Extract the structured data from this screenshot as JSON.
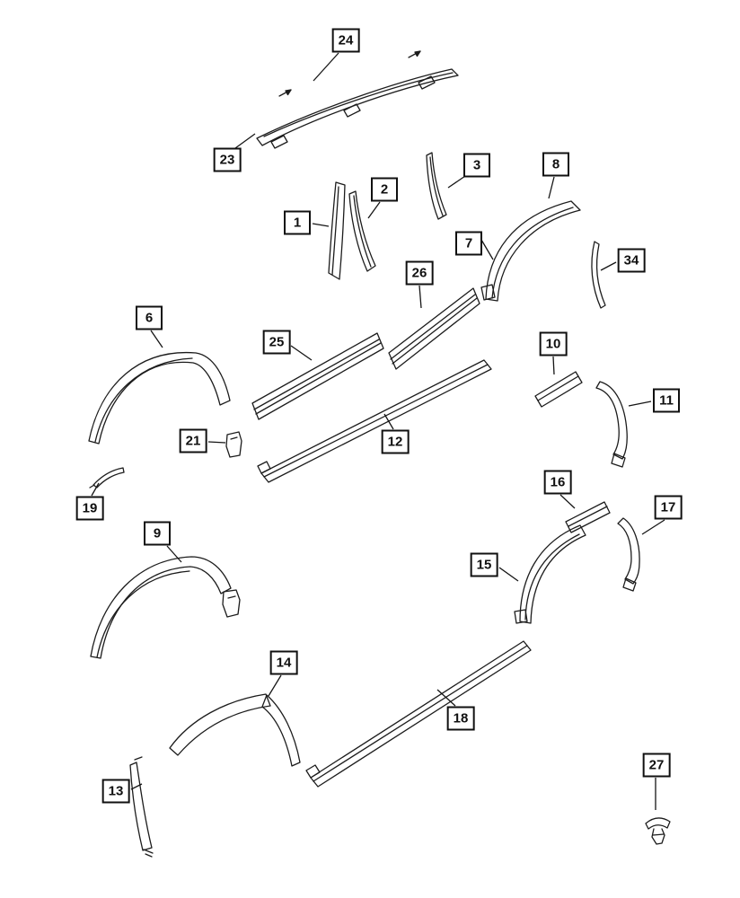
{
  "diagram": {
    "kind": "exploded-parts-line-diagram",
    "background_color": "#ffffff",
    "line_color": "#1c1c1c",
    "callout_border_color": "#101010"
  },
  "callouts": {
    "c1": {
      "label": "1"
    },
    "c2": {
      "label": "2"
    },
    "c3": {
      "label": "3"
    },
    "c6": {
      "label": "6"
    },
    "c7": {
      "label": "7"
    },
    "c8": {
      "label": "8"
    },
    "c9": {
      "label": "9"
    },
    "c10": {
      "label": "10"
    },
    "c11": {
      "label": "11"
    },
    "c12": {
      "label": "12"
    },
    "c13": {
      "label": "13"
    },
    "c14": {
      "label": "14"
    },
    "c15": {
      "label": "15"
    },
    "c16": {
      "label": "16"
    },
    "c17": {
      "label": "17"
    },
    "c18": {
      "label": "18"
    },
    "c19": {
      "label": "19"
    },
    "c21": {
      "label": "21"
    },
    "c23": {
      "label": "23"
    },
    "c24": {
      "label": "24"
    },
    "c25": {
      "label": "25"
    },
    "c26": {
      "label": "26"
    },
    "c27": {
      "label": "27"
    },
    "c34": {
      "label": "34"
    }
  }
}
